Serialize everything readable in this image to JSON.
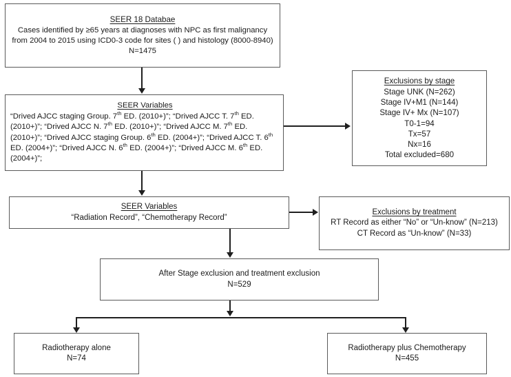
{
  "diagram": {
    "title": "SEER NPC cohort selection flowchart",
    "line_color": "#1f1f1f",
    "box_border_color": "#595959",
    "background": "#ffffff"
  },
  "nodes": {
    "seer_database": {
      "title": "SEER 18 Databae",
      "body": "Cases identified by ≥65 years at diagnoses with NPC as first malignancy from 2004 to 2015 using ICD0-3 code for sites ( ) and histology (8000-8940)",
      "count": "N=1475"
    },
    "seer_variables_stage": {
      "title": "SEER Variables",
      "body": "“Drived AJCC staging Group. 7th ED. (2010+)”; “Drived AJCC T. 7th ED. (2010+)”; “Drived AJCC N. 7th ED. (2010+)”; “Drived AJCC M. 7th ED. (2010+)”;  “Drived AJCC staging Group. 6th ED. (2004+)”; “Drived AJCC T. 6th ED. (2004+)”; “Drived AJCC N. 6th ED. (2004+)”; “Drived AJCC M. 6th ED. (2004+)”;"
    },
    "exclusions_by_stage": {
      "title": "Exclusions by stage",
      "lines": [
        "Stage UNK (N=262)",
        "Stage IV+M1 (N=144)",
        "Stage IV+ Mx (N=107)",
        "T0-1=94",
        "Tx=57",
        "Nx=16",
        "Total excluded=680"
      ]
    },
    "seer_variables_treatment": {
      "title": "SEER Variables",
      "body": "“Radiation Record”, “Chemotherapy Record”"
    },
    "exclusions_by_treatment": {
      "title": "Exclusions by treatment",
      "lines": [
        "RT  Record as either “No” or “Un-know” (N=213)",
        "CT Record as “Un-know” (N=33)"
      ]
    },
    "after_exclusion": {
      "label": "After Stage exclusion and treatment exclusion",
      "count": "N=529"
    },
    "radiotherapy_alone": {
      "label": "Radiotherapy alone",
      "count": "N=74"
    },
    "radiotherapy_plus_chemotherapy": {
      "label": "Radiotherapy plus Chemotherapy",
      "count": "N=455"
    }
  }
}
